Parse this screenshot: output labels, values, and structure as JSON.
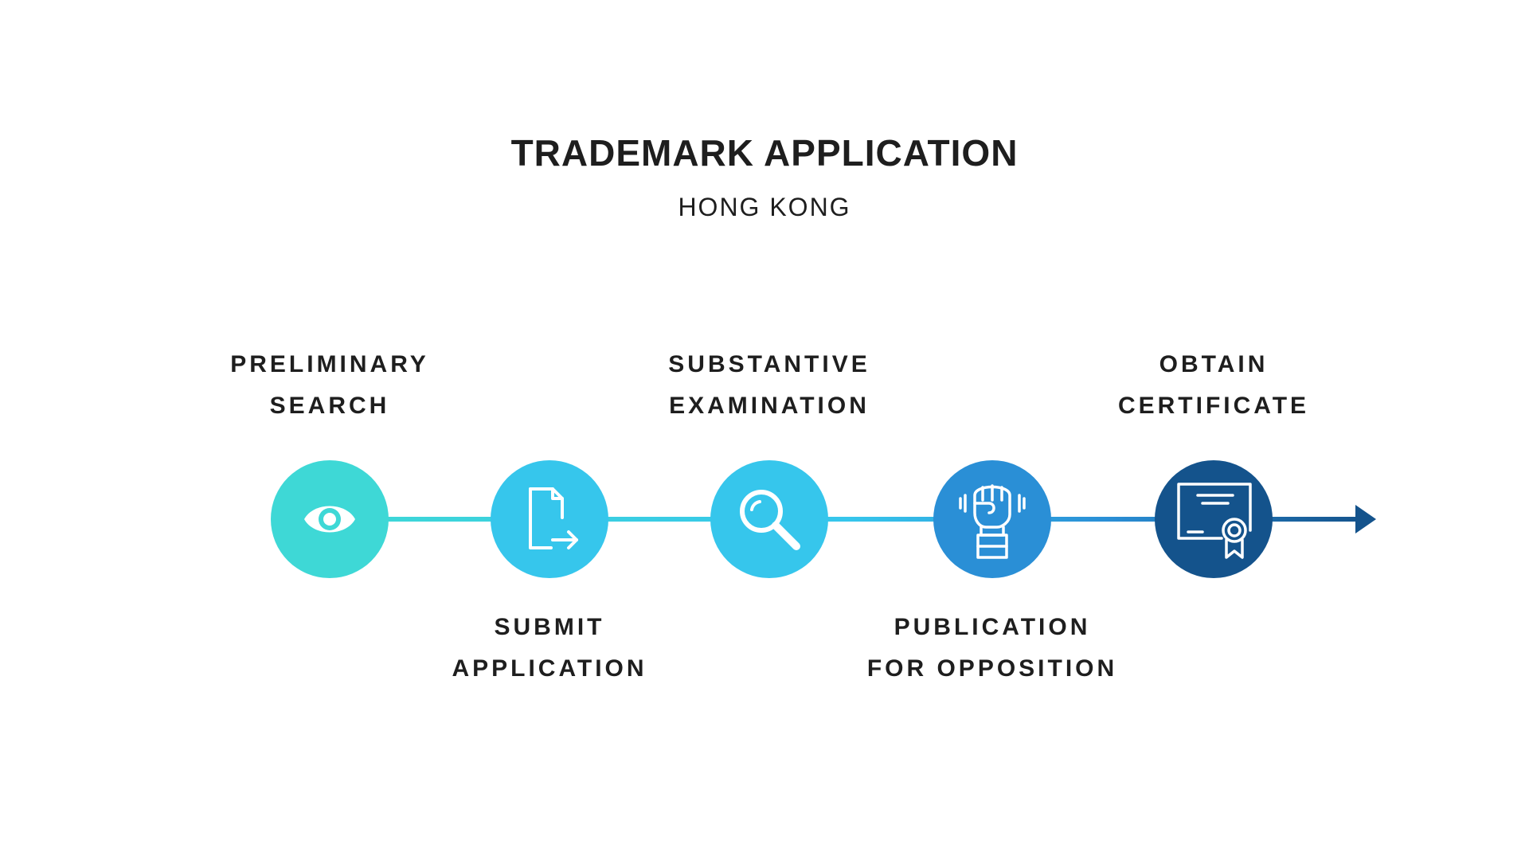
{
  "header": {
    "title": "TRADEMARK APPLICATION",
    "subtitle": "HONG KONG"
  },
  "steps": [
    {
      "line1": "PRELIMINARY",
      "line2": "SEARCH",
      "icon": "eye-icon",
      "color": "#3ED8D6"
    },
    {
      "line1": "SUBMIT",
      "line2": "APPLICATION",
      "icon": "document-arrow-icon",
      "color": "#36C6EC"
    },
    {
      "line1": "SUBSTANTIVE",
      "line2": "EXAMINATION",
      "icon": "magnifier-icon",
      "color": "#36C6EC"
    },
    {
      "line1": "PUBLICATION",
      "line2": "FOR OPPOSITION",
      "icon": "raised-fist-icon",
      "color": "#2A8FD6"
    },
    {
      "line1": "OBTAIN",
      "line2": "CERTIFICATE",
      "icon": "certificate-icon",
      "color": "#14538C"
    }
  ],
  "colors": {
    "line_start": "#3ED8D6",
    "line_mid": "#36C6EC",
    "line_end": "#14538C",
    "text": "#1e1e1e"
  }
}
